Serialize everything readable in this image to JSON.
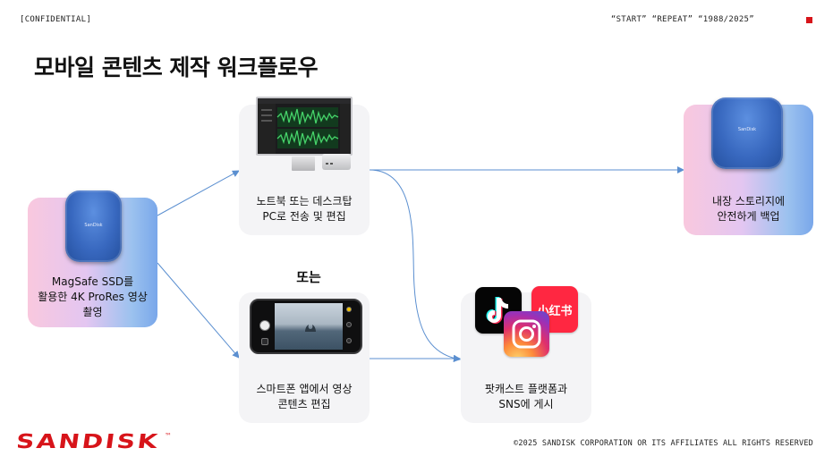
{
  "header": {
    "confidential": "[CONFIDENTIAL]",
    "tagline": "“START” “REPEAT” “1988/2025”"
  },
  "page_title": "모바일 콘텐츠 제작 워크플로우",
  "nodes": {
    "ssd": {
      "label": "MagSafe SSD를\n활용한 4K ProRes 영상\n촬영",
      "device_brand": "SanDisk"
    },
    "desktop": {
      "label": "노트북 또는 데스크탑\nPC로 전송 및 편집"
    },
    "backup": {
      "label": "내장 스토리지에\n안전하게 백업",
      "device_brand": "SanDisk"
    },
    "smartphone": {
      "label": "스마트폰 앱에서 영상\n콘텐츠 편집"
    },
    "publish": {
      "label": "팟캐스트 플랫폼과\nSNS에 게시"
    }
  },
  "or_label": "또는",
  "social_icons": {
    "tiktok": "tiktok-icon",
    "xiaohongshu": "xiaohongshu-icon",
    "xiaohongshu_text": "小红书",
    "instagram": "instagram-icon"
  },
  "footer": {
    "copyright": "©2025 SANDISK CORPORATION OR ITS AFFILIATES ALL RIGHTS RESERVED",
    "logo_text": "SANDISK",
    "logo_tm": "™"
  },
  "colors": {
    "accent_red": "#d7141a",
    "connector": "#5b8fd0"
  }
}
